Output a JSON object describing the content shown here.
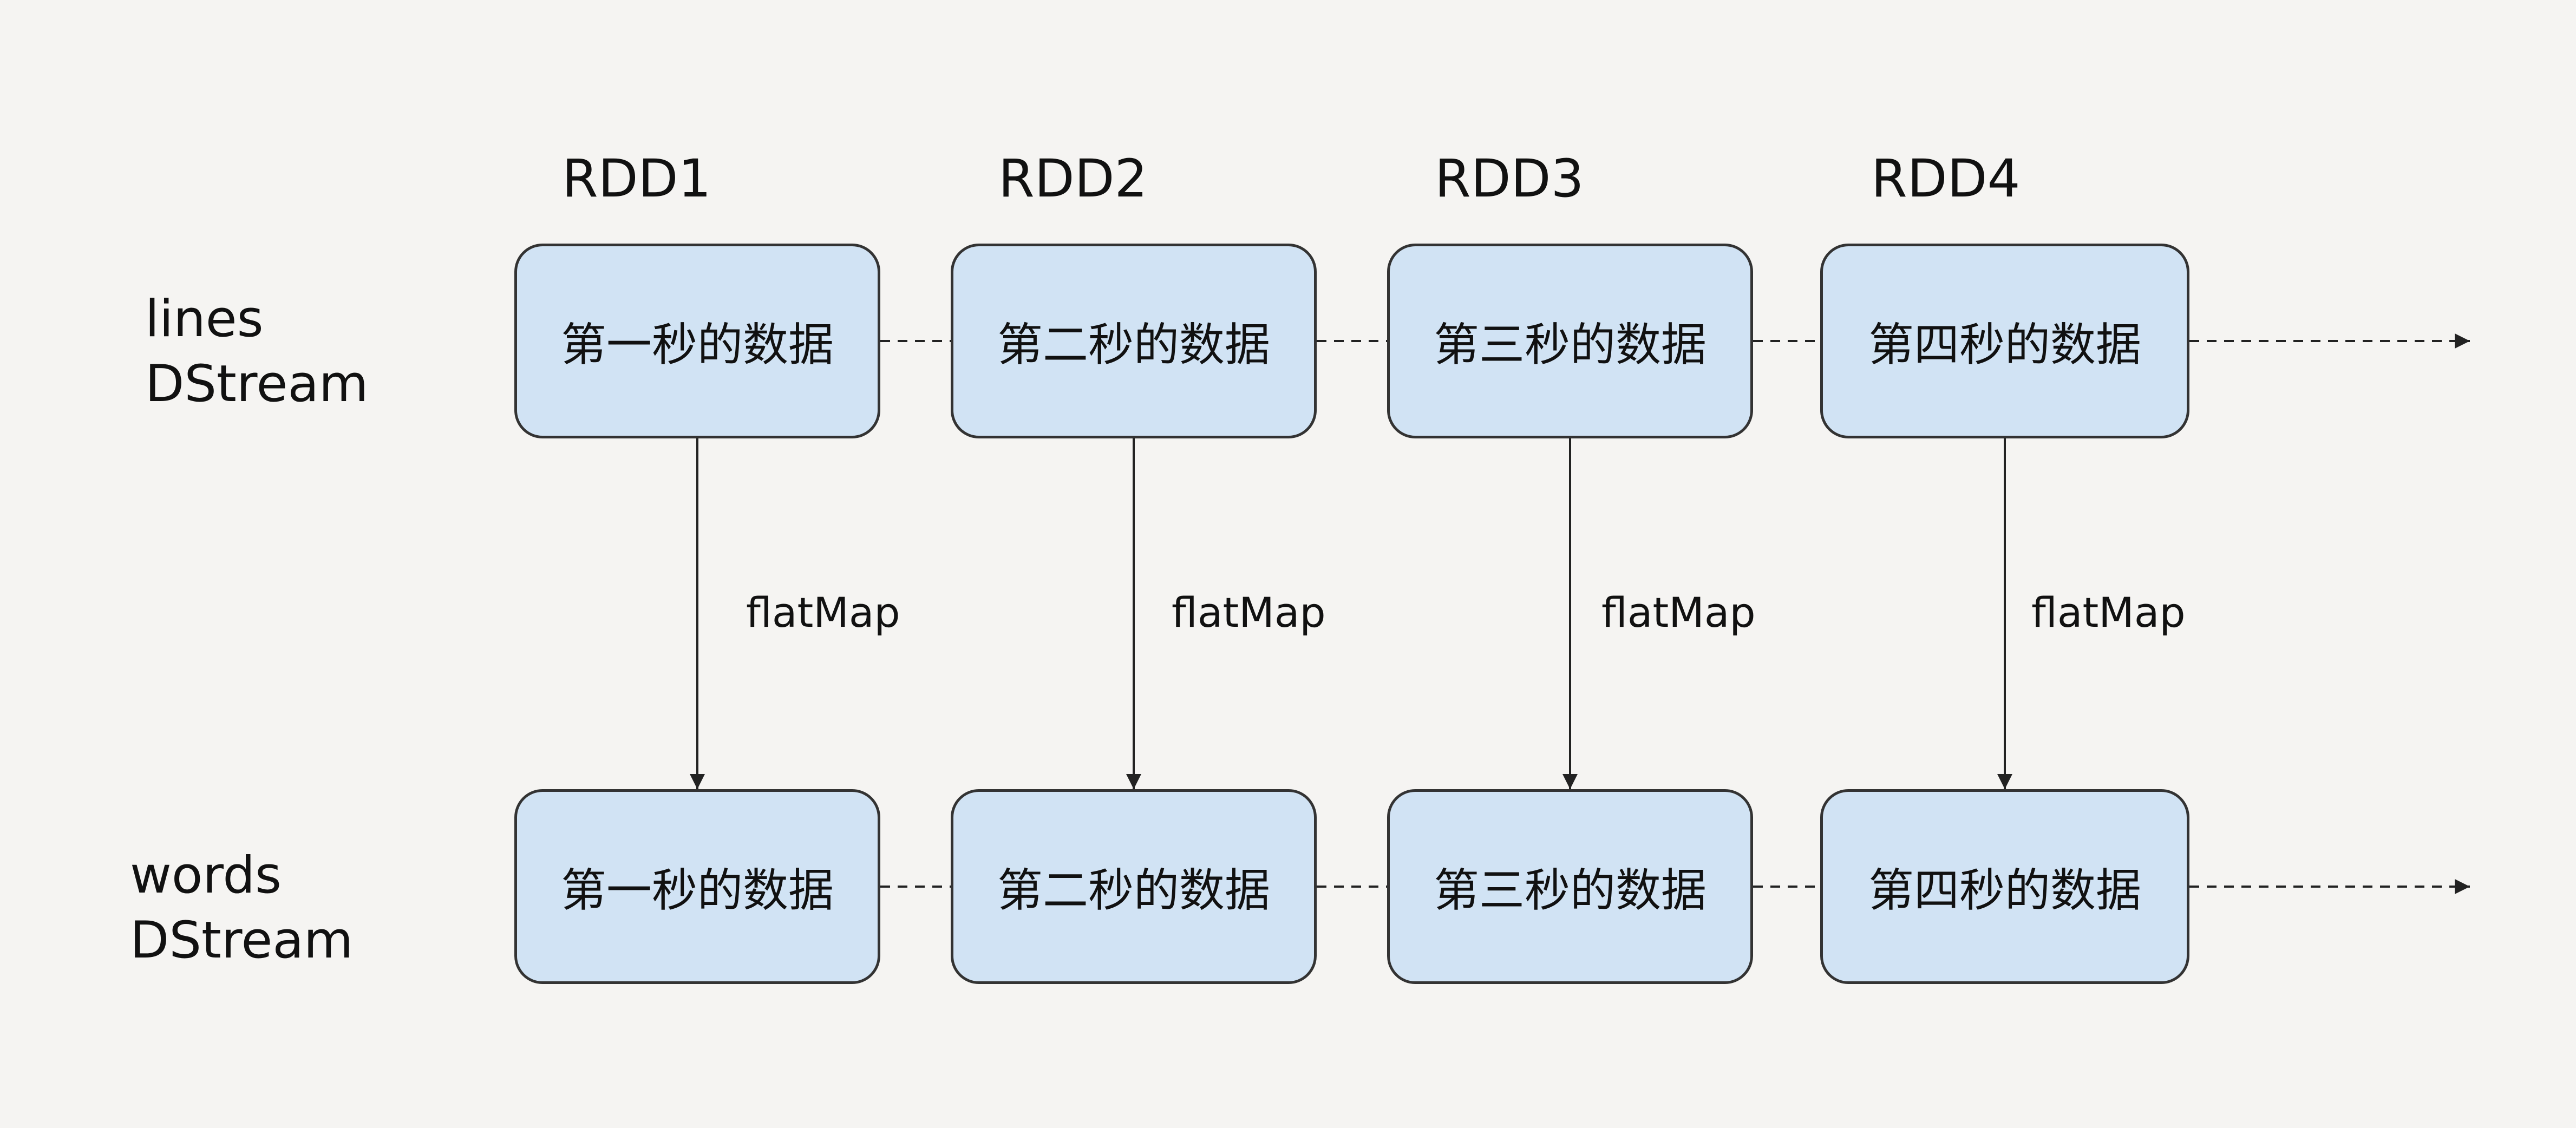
{
  "rdd_labels": [
    "RDD1",
    "RDD2",
    "RDD3",
    "RDD4"
  ],
  "rows": [
    {
      "name": "lines",
      "line1": "lines",
      "line2": "DStream"
    },
    {
      "name": "words",
      "line1": "words",
      "line2": "DStream"
    }
  ],
  "cells": [
    "第一秒的数据",
    "第二秒的数据",
    "第三秒的数据",
    "第四秒的数据"
  ],
  "operation_label": "flatMap",
  "colors": {
    "background": "#f5f4f2",
    "box_fill": "#d1e3f4",
    "box_border": "#333333",
    "line": "#222222",
    "text": "#111111"
  }
}
